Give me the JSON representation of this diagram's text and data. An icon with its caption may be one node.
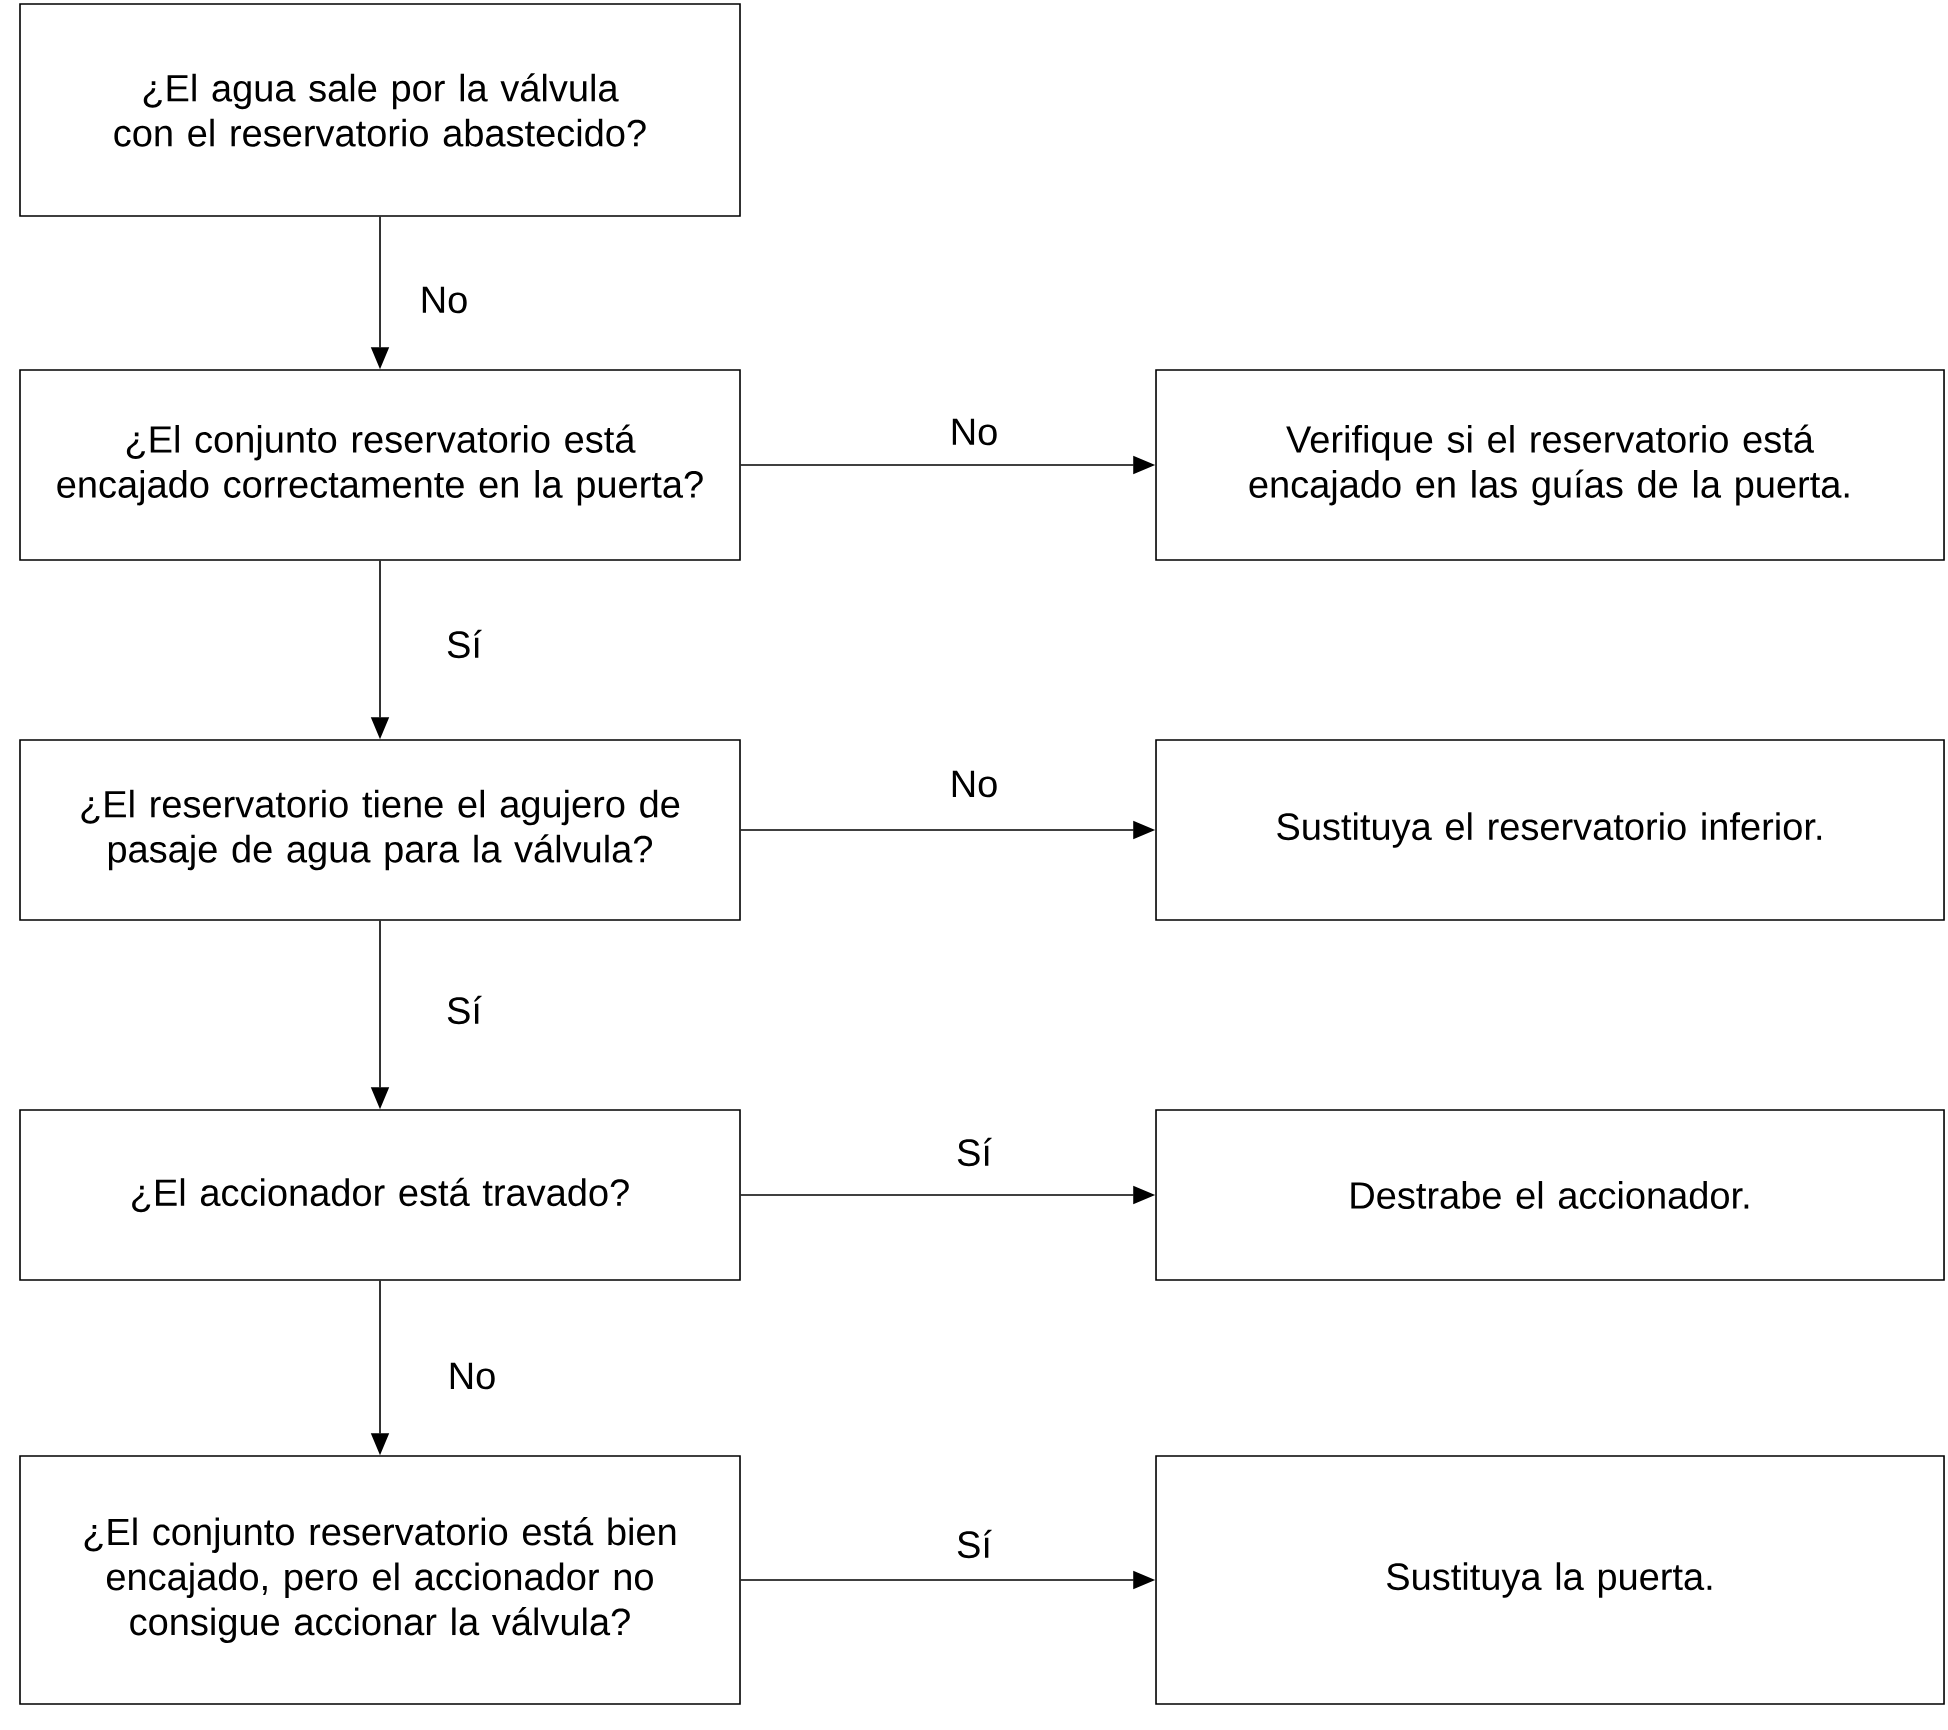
{
  "diagram": {
    "nodes": [
      {
        "text": [
          "¿El agua sale por la válvula con el reservatorio abastecido?"
        ]
      },
      {
        "text": [
          "¿El conjunto reservatorio está encajado correctamente en la puerta?"
        ]
      },
      {
        "text": [
          "Verifique si el reservatorio está encajado en las guías de la puerta."
        ]
      },
      {
        "text": [
          "¿El reservatorio tiene el agujero de pasaje de agua para la válvula?"
        ]
      },
      {
        "text": [
          "Sustituya el reservatorio inferior."
        ]
      },
      {
        "text": [
          "¿El accionador está travado?"
        ]
      },
      {
        "text": [
          "Destrabe el accionador."
        ]
      },
      {
        "text": [
          "¿El conjunto reservatorio está bien encajado, pero el accionador no consigue accionar la válvula?"
        ]
      },
      {
        "text": [
          "Sustituya la puerta."
        ]
      }
    ],
    "edges": [
      {
        "from": 0,
        "to": 1,
        "arrow": "to",
        "label": "No"
      },
      {
        "from": 1,
        "to": 2,
        "arrow": "to",
        "label": "No"
      },
      {
        "from": 1,
        "to": 3,
        "arrow": "to",
        "label": "Sí"
      },
      {
        "from": 3,
        "to": 4,
        "arrow": "to",
        "label": "No"
      },
      {
        "from": 3,
        "to": 5,
        "arrow": "to",
        "label": "Sí"
      },
      {
        "from": 5,
        "to": 6,
        "arrow": "to",
        "label": "Sí"
      },
      {
        "from": 5,
        "to": 7,
        "arrow": "to",
        "label": "No"
      },
      {
        "from": 7,
        "to": 8,
        "arrow": "to",
        "label": "Sí"
      }
    ]
  }
}
